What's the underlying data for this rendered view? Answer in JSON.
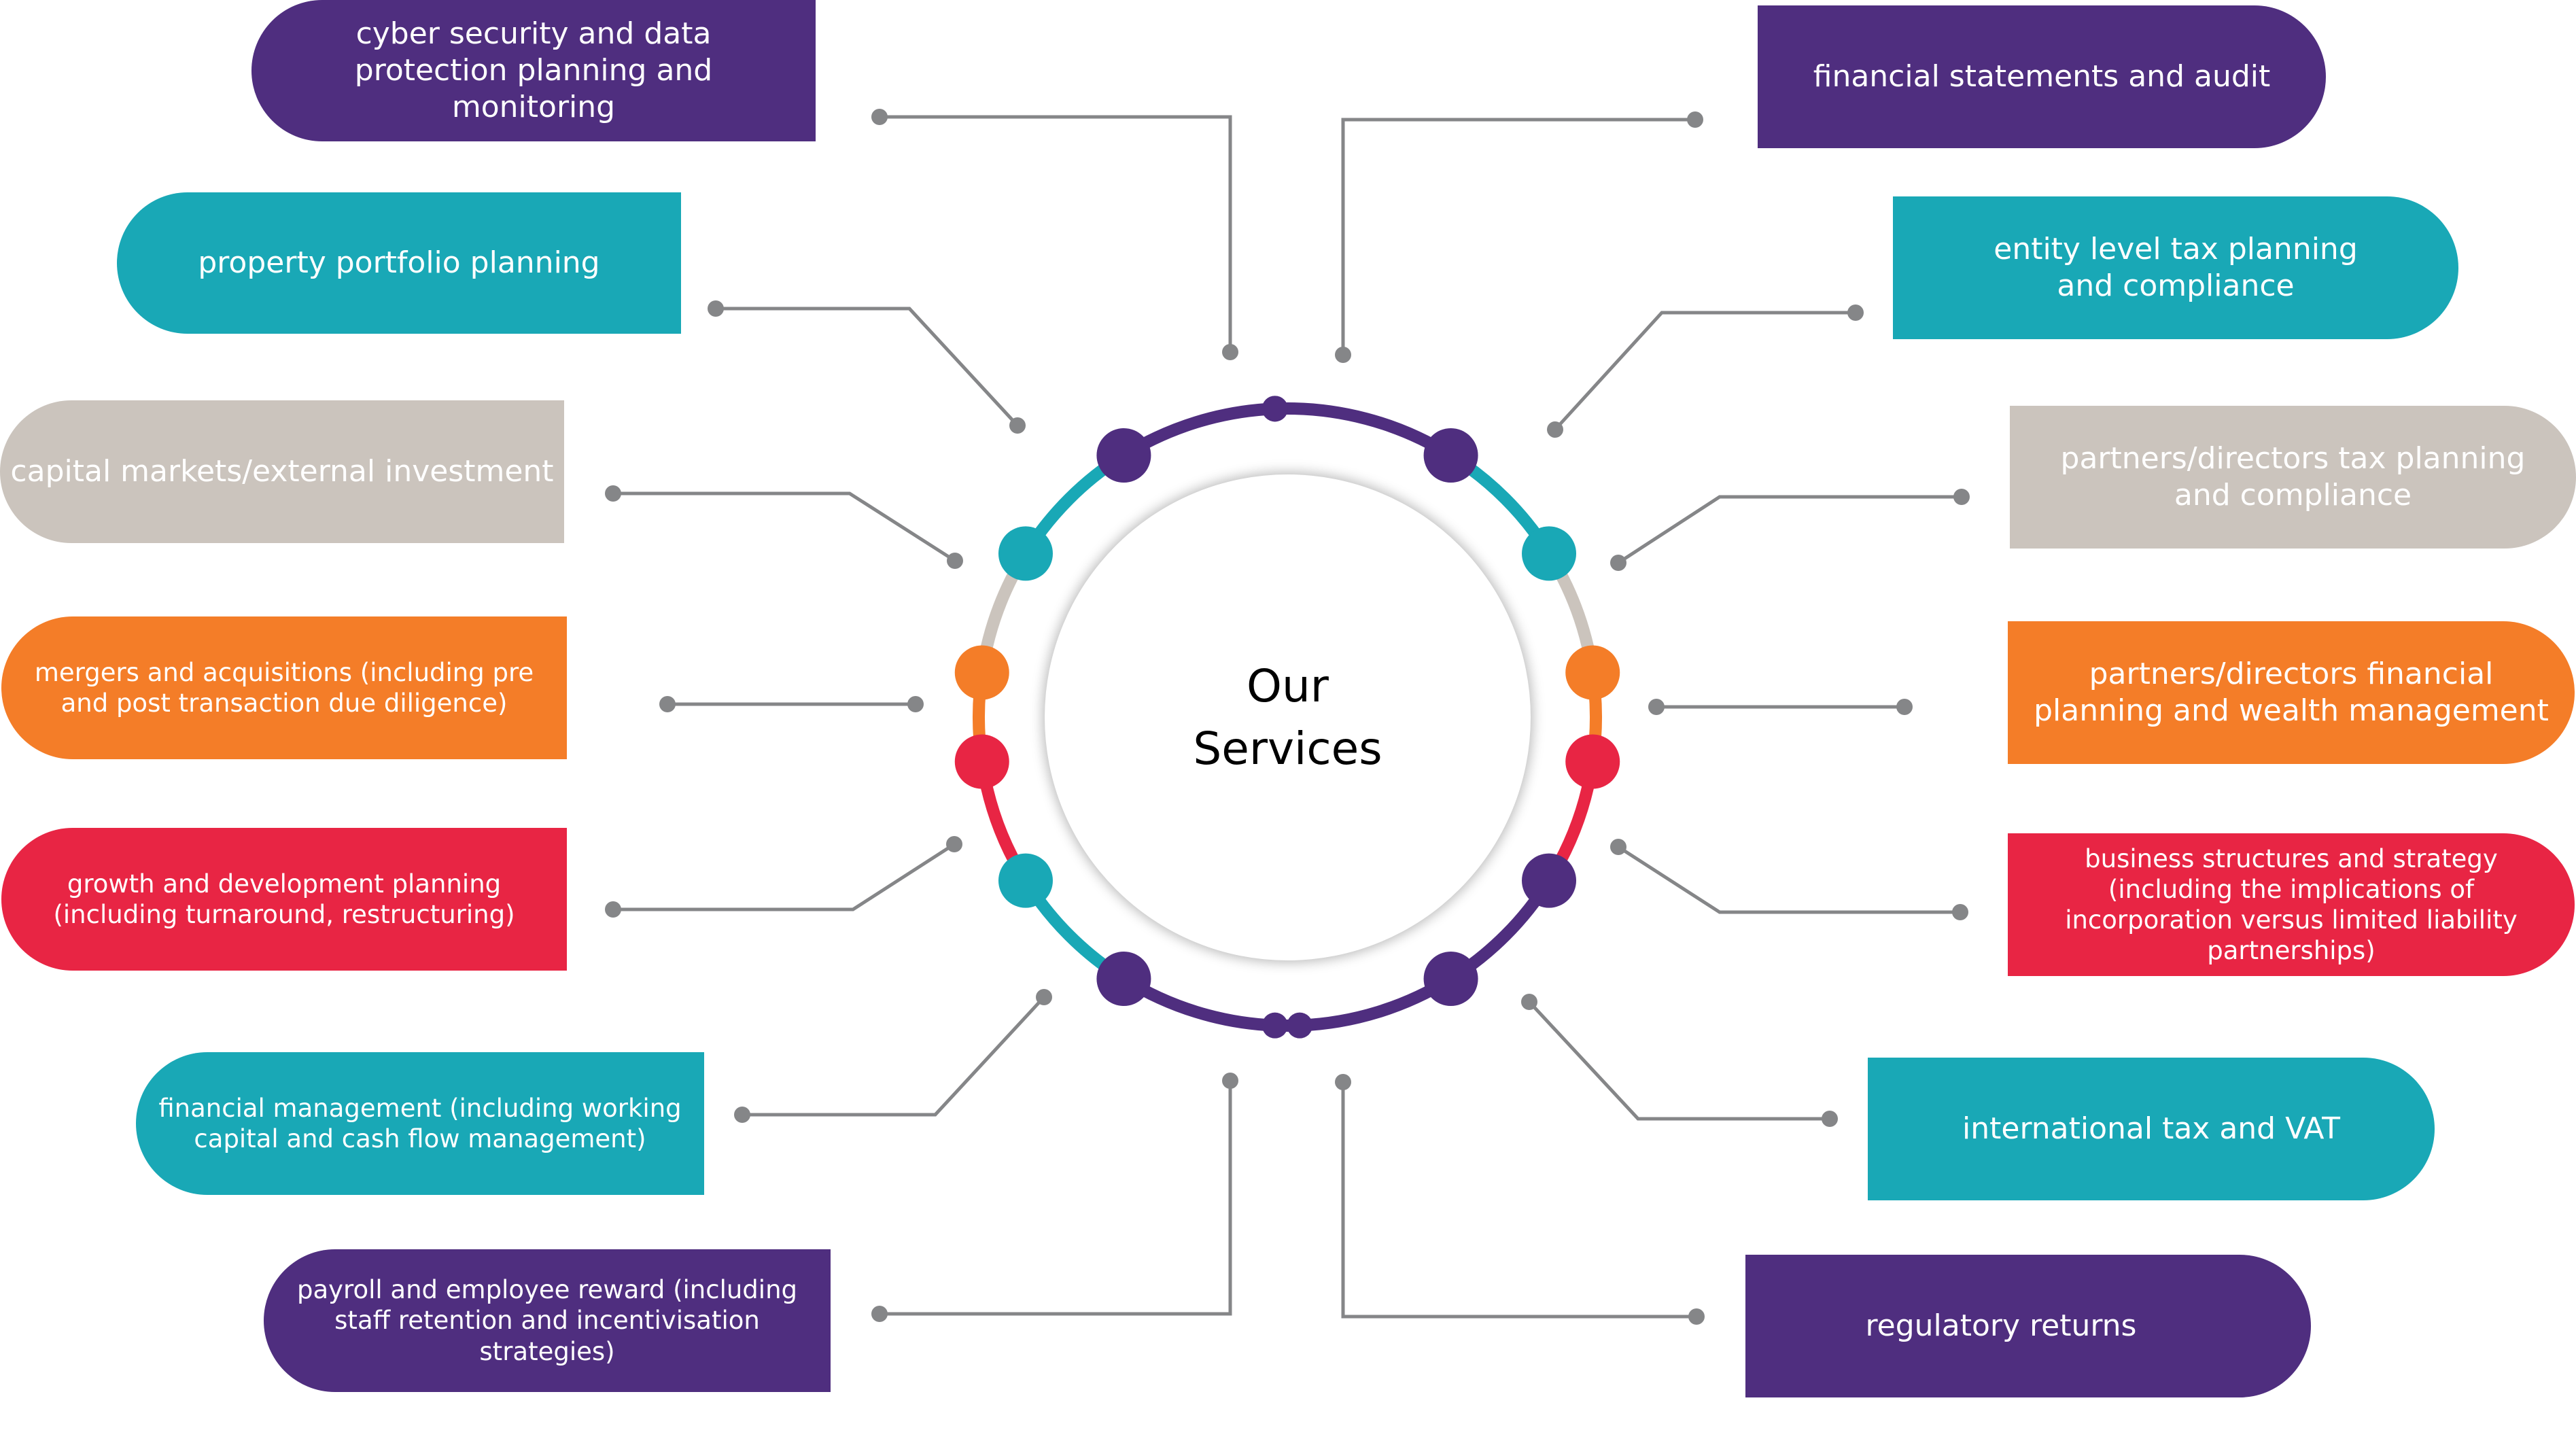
{
  "title_line1": "Our",
  "title_line2": "Services",
  "colors": {
    "purple": "#4f2e7f",
    "teal": "#19a8b6",
    "grey": "#cbc4bd",
    "orange": "#f47d28",
    "red": "#e82544",
    "connector": "#858688"
  },
  "services_left": [
    {
      "id": "cyber",
      "label": "cyber security and data protection planning and monitoring",
      "color": "purple"
    },
    {
      "id": "property",
      "label": "property portfolio planning",
      "color": "teal"
    },
    {
      "id": "capital-markets",
      "label": "capital markets/external investment",
      "color": "grey"
    },
    {
      "id": "mergers",
      "label": "mergers and acquisitions (including pre and post transaction due diligence)",
      "color": "orange"
    },
    {
      "id": "growth",
      "label": "growth and development planning (including turnaround, restructuring)",
      "color": "red"
    },
    {
      "id": "financial-management",
      "label": "financial management (including working capital and cash flow management)",
      "color": "teal"
    },
    {
      "id": "payroll",
      "label": "payroll and employee reward (including staff retention and incentivisation strategies)",
      "color": "purple"
    }
  ],
  "services_right": [
    {
      "id": "financial-statements",
      "label": "financial statements and audit",
      "color": "purple"
    },
    {
      "id": "entity-tax",
      "label": "entity level tax planning and compliance",
      "color": "teal"
    },
    {
      "id": "partners-tax",
      "label": "partners/directors tax planning and compliance",
      "color": "grey"
    },
    {
      "id": "partners-wealth",
      "label": "partners/directors financial planning and wealth management",
      "color": "orange"
    },
    {
      "id": "business-structures",
      "label": "business structures and strategy (including the implications of incorporation versus limited liability partnerships)",
      "color": "red"
    },
    {
      "id": "international-tax",
      "label": "international tax and VAT",
      "color": "teal"
    },
    {
      "id": "regulatory",
      "label": "regulatory returns",
      "color": "purple"
    }
  ],
  "ring_segments": [
    "purple",
    "teal",
    "grey",
    "orange",
    "red",
    "teal",
    "purple",
    "purple",
    "red",
    "orange",
    "grey",
    "teal",
    "purple"
  ]
}
